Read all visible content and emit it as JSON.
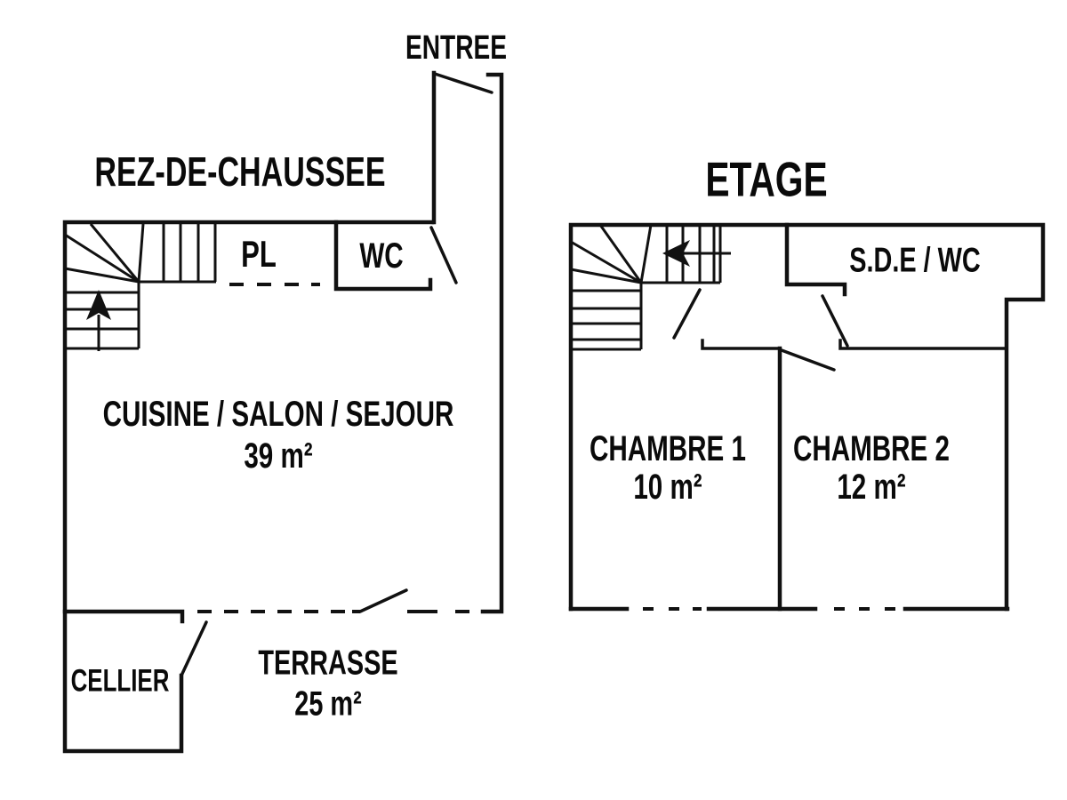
{
  "style": {
    "background": "#ffffff",
    "line_color": "#111111",
    "text_color": "#0a0a0a"
  },
  "ground_floor": {
    "title": "REZ-DE-CHAUSSEE",
    "entrance": "ENTREE",
    "living": {
      "name": "CUISINE / SALON / SEJOUR",
      "area": "39 m²"
    },
    "closet": {
      "name": "PL"
    },
    "wc": {
      "name": "WC"
    },
    "cellar": {
      "name": "CELLIER"
    },
    "terrace": {
      "name": "TERRASSE",
      "area": "25 m²"
    }
  },
  "upper_floor": {
    "title": "ETAGE",
    "bathroom": {
      "name": "S.D.E / WC"
    },
    "bedroom1": {
      "name": "CHAMBRE 1",
      "area": "10 m²"
    },
    "bedroom2": {
      "name": "CHAMBRE 2",
      "area": "12 m²"
    }
  }
}
